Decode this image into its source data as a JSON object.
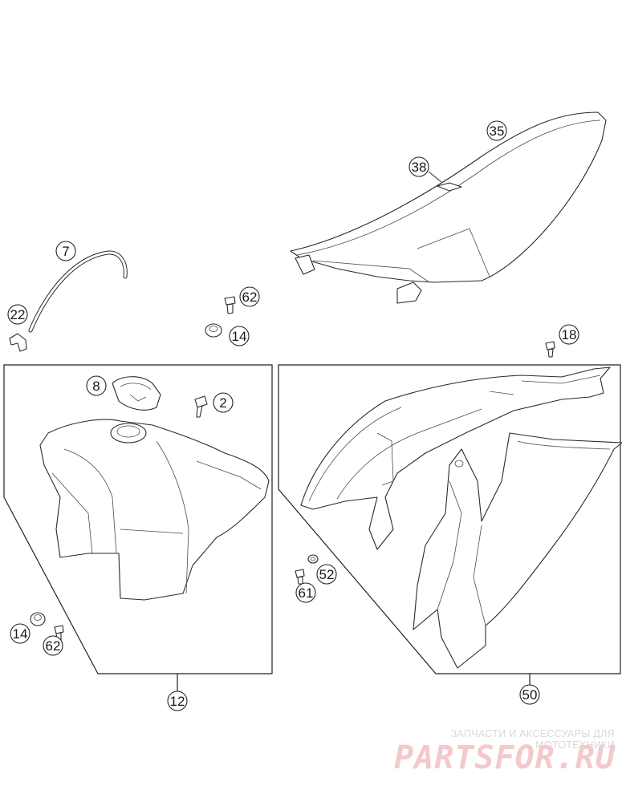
{
  "callouts": {
    "c35": "35",
    "c38": "38",
    "c7": "7",
    "c62a": "62",
    "c22": "22",
    "c14a": "14",
    "c18": "18",
    "c8": "8",
    "c2": "2",
    "c52": "52",
    "c61": "61",
    "c14b": "14",
    "c62b": "62",
    "c12": "12",
    "c50": "50"
  },
  "watermark": {
    "subtitle": "ЗАПЧАСТИ И АКСЕССУАРЫ ДЛЯ МОТОТЕХНИКИ",
    "logo": "PARTSFOR.RU"
  }
}
